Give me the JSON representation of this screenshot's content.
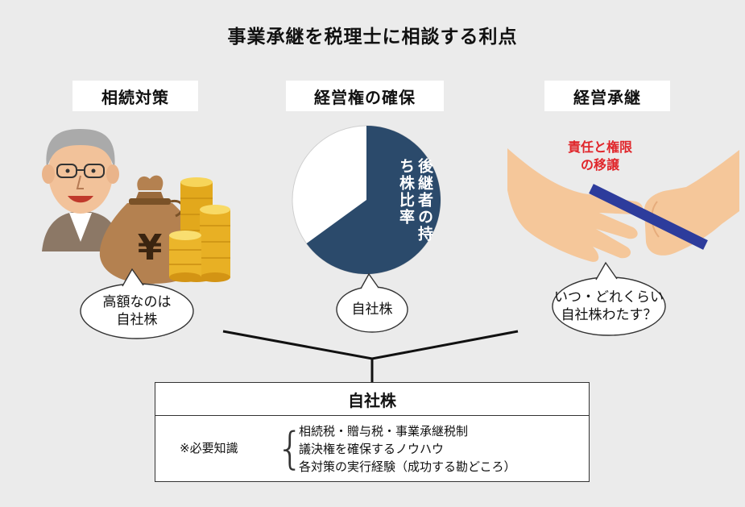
{
  "title": "事業承継を税理士に相談する利点",
  "columns": [
    {
      "heading": "相続対策",
      "illustration": "elderly-man-money-bag-coins",
      "bubble": [
        "高額なのは",
        "自社株"
      ]
    },
    {
      "heading": "経営権の確保",
      "pie_label": "後継者の持ち株比率",
      "bubble": [
        "自社株"
      ]
    },
    {
      "heading": "経営承継",
      "illustration": "baton-pass-hands",
      "caption": [
        "責任と権限",
        "の移譲"
      ],
      "bubble": [
        "いつ・どれくらい",
        "自社株わたす？"
      ]
    }
  ],
  "chart_data": {
    "type": "pie",
    "title": "",
    "slices": [
      {
        "label": "後継者の持ち株比率",
        "fraction": 0.65,
        "color": "#2b4a6b"
      },
      {
        "label": "",
        "fraction": 0.35,
        "color": "#ffffff"
      }
    ]
  },
  "summary": {
    "title": "自社株",
    "label": "※必要知識",
    "items": [
      "相続税・贈与税・事業承継税制",
      "議決権を確保するノウハウ",
      "各対策の実行経験（成功する勘どころ）"
    ]
  },
  "colors": {
    "background": "#ebebeb",
    "pie_dark": "#2b4a6b",
    "accent_red": "#e0262b",
    "skin": "#f5c79a",
    "baton": "#2d3c9c"
  }
}
